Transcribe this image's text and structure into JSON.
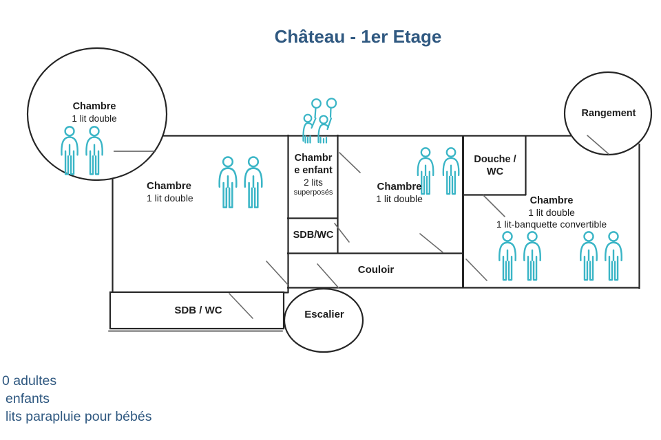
{
  "title": "Château - 1er Etage",
  "colors": {
    "wall": "#262626",
    "door_line": "#6b6b6b",
    "figure_teal": "#3ab5c6",
    "heading_blue": "#2f5880",
    "label_dark": "#1d1d1d"
  },
  "bubbles": {
    "chambre_detail": {
      "name": "Chambre",
      "beds": "1 lit double"
    },
    "rangement": {
      "name": "Rangement"
    },
    "escalier": {
      "name": "Escalier"
    }
  },
  "rooms": {
    "chambre_left": {
      "name": "Chambre",
      "beds": "1 lit double"
    },
    "chambre_enfant": {
      "name_line1": "Chambr",
      "name_line2": "e enfant",
      "beds": "2 lits",
      "beds_detail": "superposés"
    },
    "sdb_wc_small": {
      "name": "SDB/WC"
    },
    "chambre_middle": {
      "name": "Chambre",
      "beds": "1 lit double"
    },
    "douche_wc": {
      "name_line1": "Douche /",
      "name_line2": "WC"
    },
    "chambre_right": {
      "name": "Chambre",
      "beds1": "1 lit double",
      "beds2": "1 lit-banquette convertible"
    },
    "couloir": {
      "name": "Couloir"
    },
    "sdb_wc_bottom": {
      "name": "SDB / WC"
    }
  },
  "notes": {
    "line1": "0 adultes",
    "line2": "enfants",
    "line3": "lits parapluie pour bébés"
  }
}
